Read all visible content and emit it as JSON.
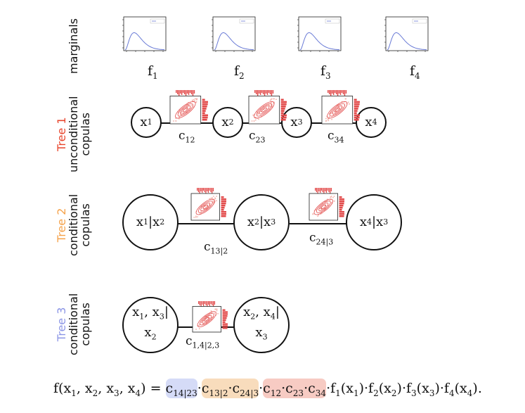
{
  "labels": {
    "marginals": "marginals",
    "tree1": {
      "name": "Tree 1",
      "line1": "unconditional",
      "line2": "copulas"
    },
    "tree2": {
      "name": "Tree 2",
      "line1": "conditional",
      "line2": "copulas"
    },
    "tree3": {
      "name": "Tree 3",
      "line1": "conditional",
      "line2": "copulas"
    }
  },
  "colors": {
    "tree1": "#e8452c",
    "tree2": "#f5a24a",
    "tree3": "#8c96e6",
    "density_line": "#6a7bd6",
    "copula_red": "#e24a4a"
  },
  "marginals": {
    "names": [
      "f",
      "f",
      "f",
      "f"
    ],
    "subs": [
      "1",
      "2",
      "3",
      "4"
    ],
    "legend_text": "f(x_i)"
  },
  "tree1": {
    "nodes": [
      {
        "main": "x",
        "sub": "1"
      },
      {
        "main": "x",
        "sub": "2"
      },
      {
        "main": "x",
        "sub": "3"
      },
      {
        "main": "x",
        "sub": "4"
      }
    ],
    "edges": [
      {
        "main": "c",
        "sub": "12"
      },
      {
        "main": "c",
        "sub": "23"
      },
      {
        "main": "c",
        "sub": "34"
      }
    ]
  },
  "tree2": {
    "nodes": [
      {
        "a": "x",
        "asub": "1",
        "b": "|x",
        "bsub": "2"
      },
      {
        "a": "x",
        "asub": "2",
        "b": "|x",
        "bsub": "3"
      },
      {
        "a": "x",
        "asub": "4",
        "b": "|x",
        "bsub": "3"
      }
    ],
    "edges": [
      {
        "main": "c",
        "sub": "13|2"
      },
      {
        "main": "c",
        "sub": "24|3"
      }
    ]
  },
  "tree3": {
    "nodes": [
      {
        "l1": "x",
        "l1s": "1",
        "l1b": ", x",
        "l1bs": "3",
        "l1c": "|",
        "l2": "x",
        "l2s": "2"
      },
      {
        "l1": "x",
        "l1s": "2",
        "l1b": ", x",
        "l1bs": "4",
        "l1c": "|",
        "l2": "x",
        "l2s": "3"
      }
    ],
    "edges": [
      {
        "main": "c",
        "sub": "1,4|2,3"
      }
    ]
  },
  "equation": {
    "lhs": "f(x",
    "lhs_parts": [
      "1",
      ", x",
      "2",
      ", x",
      "3",
      ", x",
      "4",
      ") = "
    ],
    "t3": {
      "main": "c",
      "sub": "14|23"
    },
    "t2": [
      {
        "main": "c",
        "sub": "13|2"
      },
      {
        "main": "c",
        "sub": "24|3"
      }
    ],
    "t1": [
      {
        "main": "c",
        "sub": "12"
      },
      {
        "main": "c",
        "sub": "23"
      },
      {
        "main": "c",
        "sub": "34"
      }
    ],
    "dot": "·",
    "marg": [
      {
        "f": "f",
        "fs": "1",
        "x": "(x",
        "xs": "1",
        "close": ")"
      },
      {
        "f": "f",
        "fs": "2",
        "x": "(x",
        "xs": "2",
        "close": ")"
      },
      {
        "f": "f",
        "fs": "3",
        "x": "(x",
        "xs": "3",
        "close": ")"
      },
      {
        "f": "f",
        "fs": "4",
        "x": "(x",
        "xs": "4",
        "close": ")"
      }
    ],
    "end": "."
  }
}
